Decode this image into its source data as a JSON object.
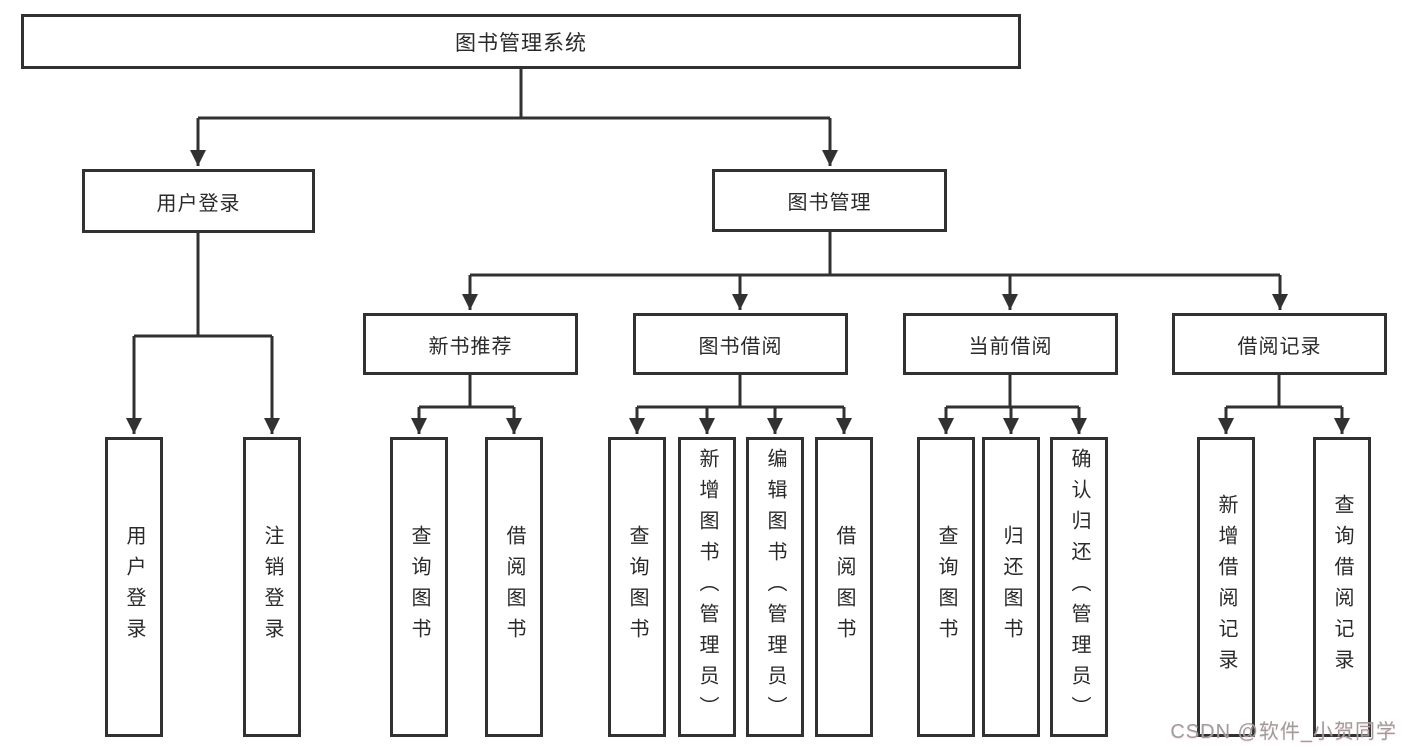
{
  "tree": {
    "label": "图书管理系统",
    "children": [
      {
        "label": "用户登录",
        "children": [
          {
            "label": "用户登录"
          },
          {
            "label": "注销登录"
          }
        ]
      },
      {
        "label": "图书管理",
        "children": [
          {
            "label": "新书推荐",
            "children": [
              {
                "label": "查询图书"
              },
              {
                "label": "借阅图书"
              }
            ]
          },
          {
            "label": "图书借阅",
            "children": [
              {
                "label": "查询图书"
              },
              {
                "label": "新增图书（管理员）"
              },
              {
                "label": "编辑图书（管理员）"
              },
              {
                "label": "借阅图书"
              }
            ]
          },
          {
            "label": "当前借阅",
            "children": [
              {
                "label": "查询图书"
              },
              {
                "label": "归还图书"
              },
              {
                "label": "确认归还（管理员）"
              }
            ]
          },
          {
            "label": "借阅记录",
            "children": [
              {
                "label": "新增借阅记录"
              },
              {
                "label": "查询借阅记录"
              }
            ]
          }
        ]
      }
    ]
  },
  "watermark": "CSDN @软件_小贺同学",
  "colors": {
    "line": "#313131",
    "box_border": "#313131",
    "text": "#2a2a2a",
    "watermark": "#9d9d9d",
    "background": "#ffffff"
  }
}
